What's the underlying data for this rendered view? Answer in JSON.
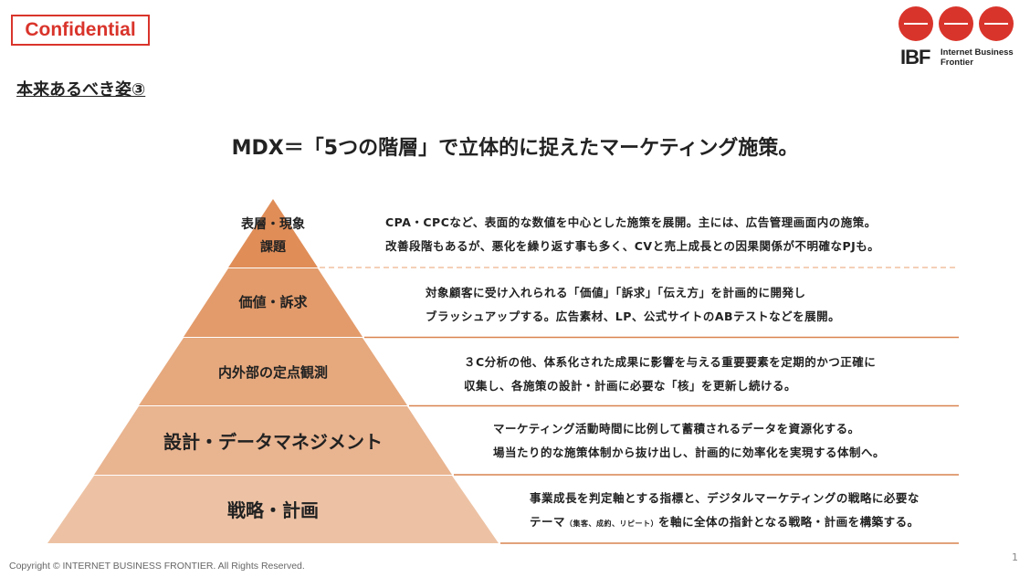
{
  "badge": "Confidential",
  "logo": {
    "mark": "IBF",
    "name_line1": "Internet Business",
    "name_line2": "Frontier",
    "color": "#d9342b"
  },
  "subtitle": "本来あるべき姿③",
  "heading": "MDX＝「5つの階層」で立体的に捉えたマーケティング施策。",
  "layers": [
    {
      "label_line1": "表層・現象",
      "label_line2": "課題",
      "color": "#e08d58",
      "desc_line1": "CPA・CPCなど、表面的な数値を中心とした施策を展開。主には、広告管理画面内の施策。",
      "desc_line2": "改善段階もあるが、悪化を繰り返す事も多く、CVと売上成長との因果関係が不明確なPJも。"
    },
    {
      "label": "価値・訴求",
      "color": "#e39b6b",
      "desc_line1": "対象顧客に受け入れられる「価値」「訴求」「伝え方」を計画的に開発し",
      "desc_line2": "ブラッシュアップする。広告素材、LP、公式サイトのABテストなどを展開。"
    },
    {
      "label": "内外部の定点観測",
      "color": "#e6a87d",
      "desc_line1": "３C分析の他、体系化された成果に影響を与える重要要素を定期的かつ正確に",
      "desc_line2": "収集し、各施策の設計・計画に必要な「核」を更新し続ける。"
    },
    {
      "label": "設計・データマネジメント",
      "color": "#e9b490",
      "desc_line1": "マーケティング活動時間に比例して蓄積されるデータを資源化する。",
      "desc_line2": "場当たり的な施策体制から抜け出し、計画的に効率化を実現する体制へ。"
    },
    {
      "label": "戦略・計画",
      "color": "#edc2a4",
      "desc_line1": "事業成長を判定軸とする指標と、デジタルマーケティングの戦略に必要な",
      "desc_line2_a": "テーマ",
      "desc_line2_small": "（集客、成約、リピート）",
      "desc_line2_b": "を軸に全体の指針となる戦略・計画を構築する。"
    }
  ],
  "footer": {
    "copyright": "Copyright © INTERNET BUSINESS FRONTIER. All Rights Reserved.",
    "page": "1"
  }
}
